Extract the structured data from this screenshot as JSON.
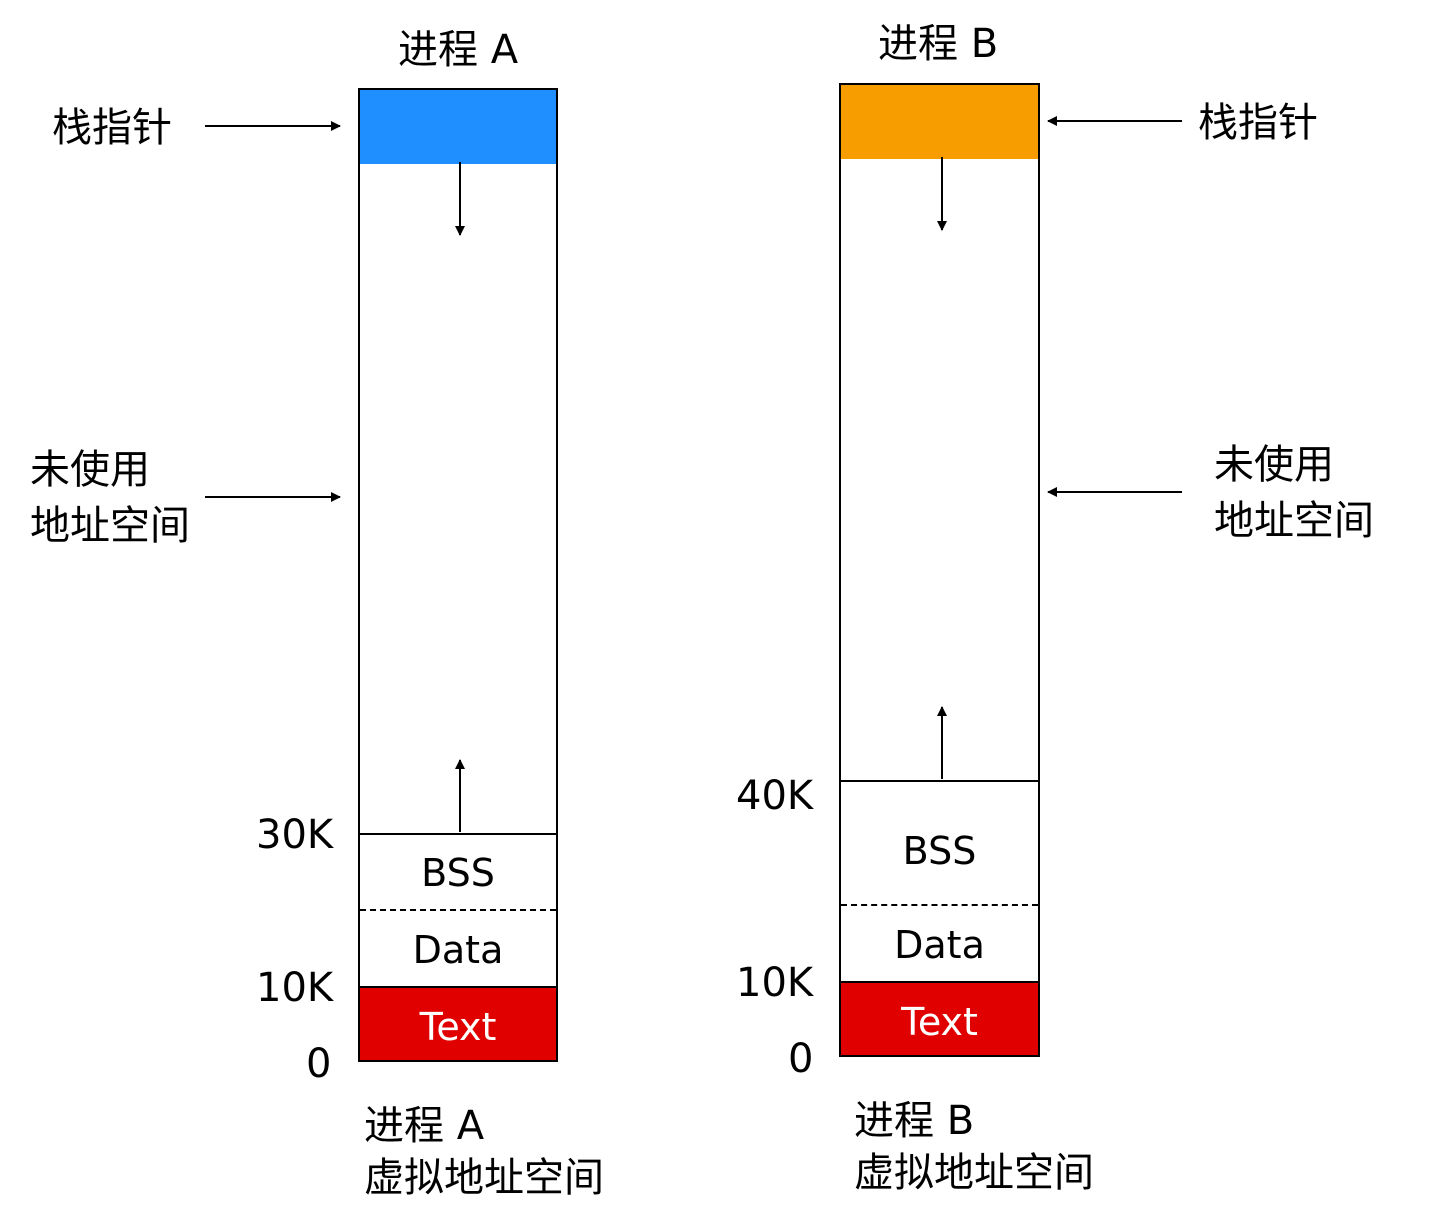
{
  "process_a": {
    "title": "进程 A",
    "stack_pointer_label": "栈指针",
    "unused_label_line1": "未使用",
    "unused_label_line2": "地址空间",
    "segments": {
      "bss": "BSS",
      "data": "Data",
      "text": "Text"
    },
    "ticks": {
      "top_heap": "30K",
      "text_top": "10K",
      "zero": "0"
    },
    "caption_line1": "进程 A",
    "caption_line2": "虚拟地址空间",
    "stack_color": "#1f8fff",
    "text_color": "#e00000"
  },
  "process_b": {
    "title": "进程 B",
    "stack_pointer_label": "栈指针",
    "unused_label_line1": "未使用",
    "unused_label_line2": "地址空间",
    "segments": {
      "bss": "BSS",
      "data": "Data",
      "text": "Text"
    },
    "ticks": {
      "top_heap": "40K",
      "text_top": "10K",
      "zero": "0"
    },
    "caption_line1": "进程 B",
    "caption_line2": "虚拟地址空间",
    "stack_color": "#f79d00",
    "text_color": "#e00000"
  }
}
